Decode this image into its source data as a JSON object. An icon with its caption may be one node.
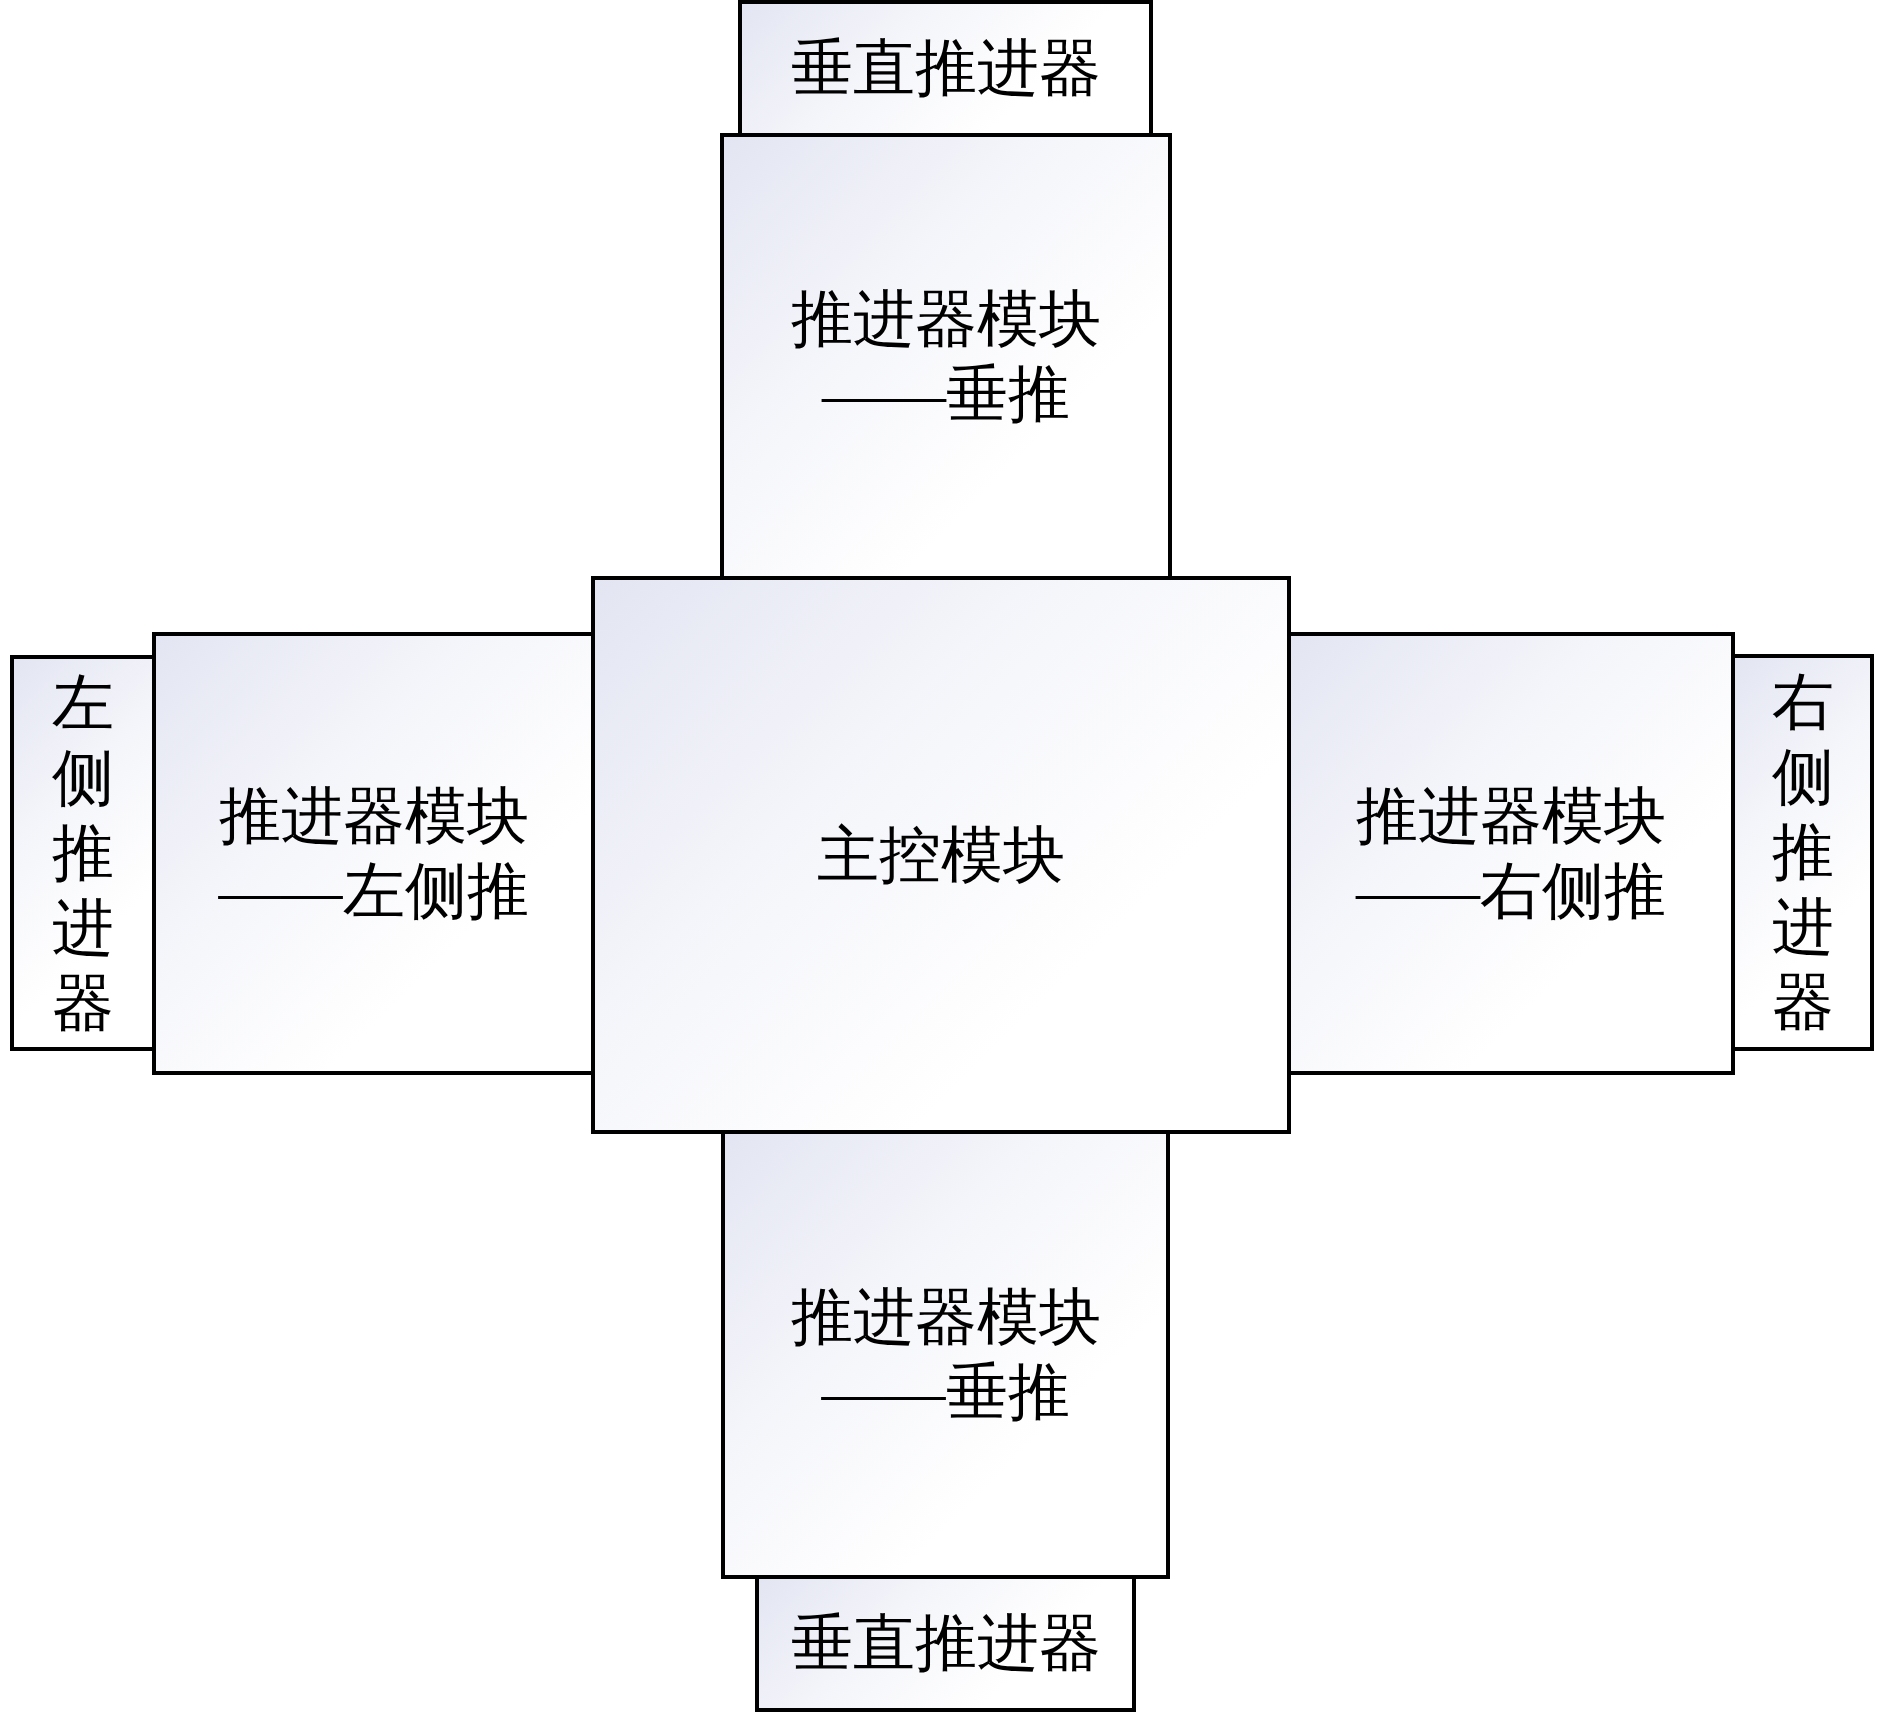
{
  "diagram": {
    "nodes": [
      {
        "text": [
          "垂直推进器"
        ]
      },
      {
        "text": [
          "推进器模块——垂推"
        ]
      },
      {
        "text": [
          "左侧推进器"
        ]
      },
      {
        "text": [
          "推进器模块——左侧推"
        ]
      },
      {
        "text": [
          "主控模块"
        ]
      },
      {
        "text": [
          "推进器模块——右侧推"
        ]
      },
      {
        "text": [
          "右侧推进器"
        ]
      },
      {
        "text": [
          "推进器模块——垂推"
        ]
      },
      {
        "text": [
          "垂直推进器"
        ]
      }
    ]
  }
}
